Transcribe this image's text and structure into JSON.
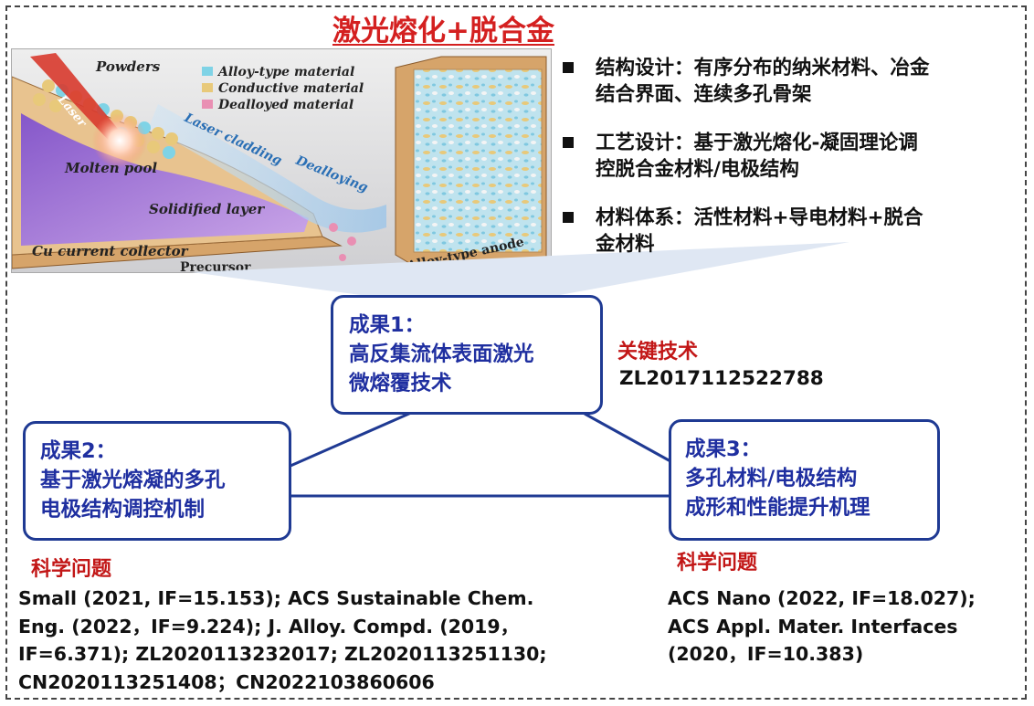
{
  "title": "激光熔化+脱合金",
  "illustration": {
    "legend": [
      "Alloy-type material",
      "Conductive material",
      "Dealloyed material"
    ],
    "legend_colors": [
      "#7fd3e6",
      "#e8c97a",
      "#e98fb3"
    ],
    "labels": {
      "powders": "Powders",
      "laser": "Laser",
      "molten_pool": "Molten pool",
      "laser_cladding": "Laser cladding",
      "dealloying": "Dealloying",
      "solidified_layer": "Solidified layer",
      "cu_collector": "Cu current collector",
      "precursor": "Precursor",
      "anode": "Alloy-type   anode"
    }
  },
  "bullets": [
    [
      "结构设计：有序分布的纳米材料、冶金",
      "结合界面、连续多孔骨架"
    ],
    [
      "工艺设计：基于激光熔化-凝固理论调",
      "控脱合金材料/电极结构"
    ],
    [
      "材料体系：活性材料+导电材料+脱合",
      "金材料"
    ]
  ],
  "box1": {
    "lines": [
      "成果1：",
      "高反集流体表面激光",
      "微熔覆技术"
    ]
  },
  "box2": {
    "lines": [
      "成果2：",
      "基于激光熔凝的多孔",
      "电极结构调控机制"
    ]
  },
  "box3": {
    "lines": [
      "成果3：",
      "多孔材料/电极结构",
      "成形和性能提升机理"
    ]
  },
  "key_tech_label": "关键技术",
  "key_tech_patent": "ZL2017112522788",
  "sci_label_left": "科学问题",
  "sci_label_right": "科学问题",
  "refs_left": [
    "Small (2021, IF=15.153); ACS Sustainable Chem.",
    "Eng. (2022，IF=9.224); J. Alloy. Compd. (2019，",
    "IF=6.371); ZL2020113232017; ZL2020113251130;",
    "CN2020113251408；CN2022103860606"
  ],
  "refs_right": [
    "ACS Nano (2022, IF=18.027);",
    "ACS  Appl.  Mater.  Interfaces",
    "(2020，IF=10.383)"
  ],
  "colors": {
    "title": "#d42020",
    "box_border": "#1f3a93",
    "box_text": "#1f2fa0",
    "label_red": "#c21616"
  }
}
